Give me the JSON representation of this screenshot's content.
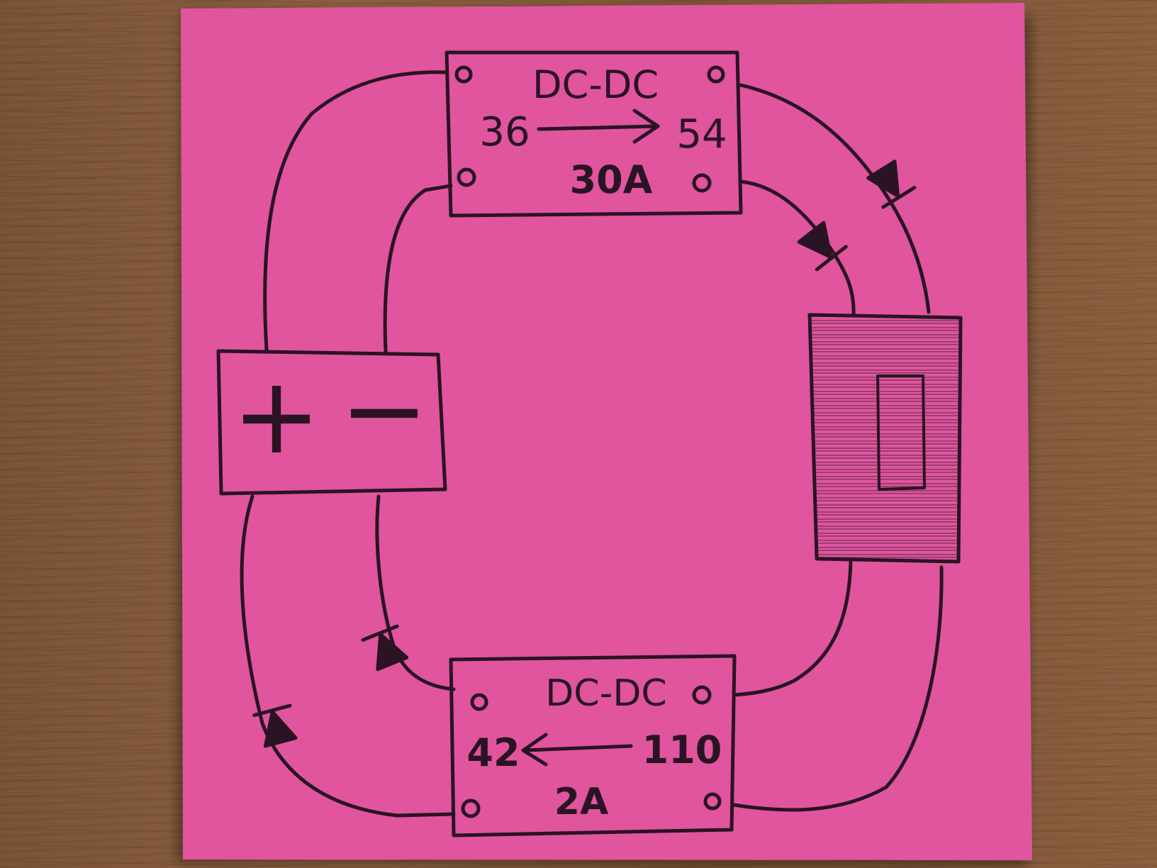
{
  "colors": {
    "note": "#e0559e",
    "pencil": "#2a1424",
    "desk": "#7b5336"
  },
  "converter_top": {
    "title": "DC-DC",
    "input_voltage": "36",
    "output_voltage": "54",
    "current": "30A"
  },
  "converter_bottom": {
    "title": "DC-DC",
    "input_voltage": "110",
    "output_voltage": "42",
    "current": "2A"
  },
  "battery": {
    "positive": "+",
    "negative": "−"
  },
  "load": {
    "icon": "hatched-load-icon"
  },
  "diode": {
    "icon": "diode-icon"
  }
}
